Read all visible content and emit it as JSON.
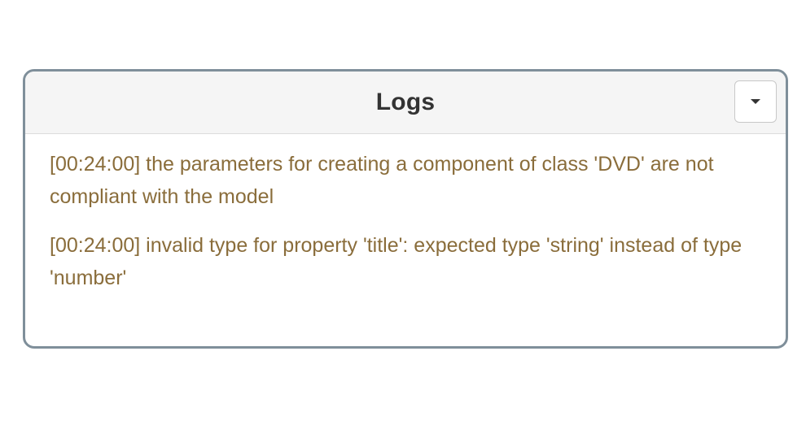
{
  "logs_panel": {
    "title": "Logs",
    "toggle_icon": "caret-down-icon",
    "entries": [
      {
        "text": "[00:24:00] the parameters for creating a component of class 'DVD' are not compliant with the model"
      },
      {
        "text": "[00:24:00] invalid type for property 'title': expected type 'string' instead of type 'number'"
      }
    ]
  },
  "colors": {
    "log_text": "#8a6d3b",
    "panel_border": "#7f8f9a",
    "header_bg": "#f5f5f5",
    "title_text": "#333333"
  }
}
